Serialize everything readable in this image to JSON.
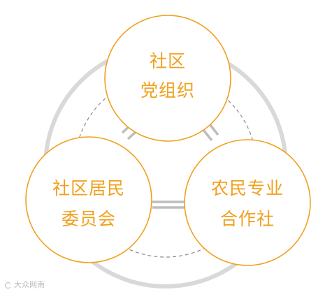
{
  "colors": {
    "accent": "#F0A01E",
    "outer_ring": "#D9D9D9",
    "dashed_ring": "#8C8C8C",
    "connector": "#BDBDBD",
    "node_fill": "#FFFFFF"
  },
  "nodes": [
    {
      "id": "party",
      "lines": [
        "社区",
        "党组织"
      ]
    },
    {
      "id": "committee",
      "lines": [
        "社区居民",
        "委员会"
      ]
    },
    {
      "id": "coop",
      "lines": [
        "农民专业",
        "合作社"
      ]
    }
  ],
  "watermark": {
    "icon": "watermark-logo-icon",
    "text": "大众网南"
  }
}
